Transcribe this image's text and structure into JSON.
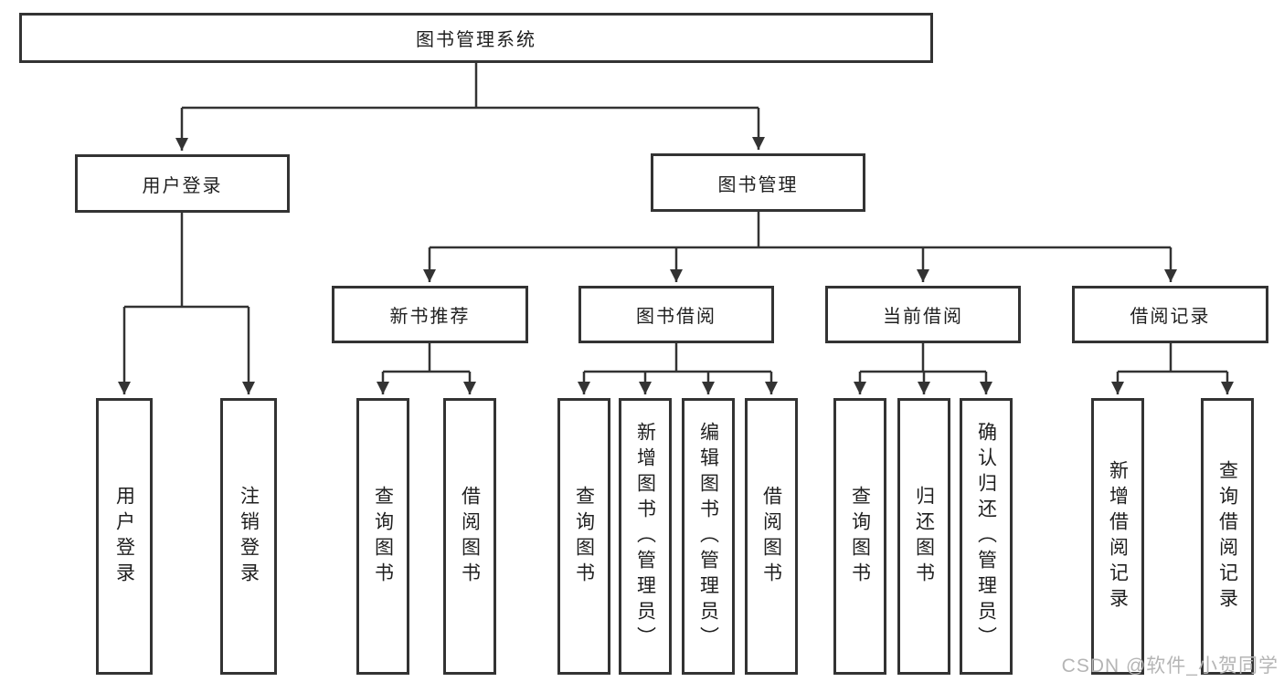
{
  "tree": {
    "root": "图书管理系统",
    "branches": [
      {
        "label": "用户登录",
        "leaves": [
          "用户登录",
          "注销登录"
        ]
      },
      {
        "label": "图书管理",
        "groups": [
          {
            "label": "新书推荐",
            "leaves": [
              "查询图书",
              "借阅图书"
            ]
          },
          {
            "label": "图书借阅",
            "leaves": [
              "查询图书",
              "新增图书（管理员）",
              "编辑图书（管理员）",
              "借阅图书"
            ]
          },
          {
            "label": "当前借阅",
            "leaves": [
              "查询图书",
              "归还图书",
              "确认归还（管理员）"
            ]
          },
          {
            "label": "借阅记录",
            "leaves": [
              "新增借阅记录",
              "查询借阅记录"
            ]
          }
        ]
      }
    ]
  },
  "watermark": "CSDN @软件_小贺同学",
  "colors": {
    "line": "#333333",
    "text": "#1f1f1f",
    "watermark": "#b5b5b5"
  }
}
